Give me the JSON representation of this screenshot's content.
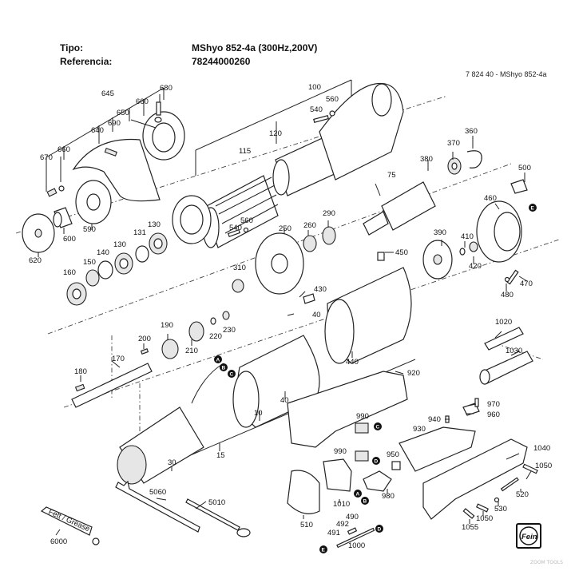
{
  "header": {
    "type_label": "Tipo:",
    "type_value": "MShyo 852-4a (300Hz,200V)",
    "reference_label": "Referencia:",
    "reference_value": "78244000260",
    "drawing_code": "7 824 40 - MShyo 852-4a"
  },
  "parts": {
    "p10": "10",
    "p15": "15",
    "p30": "30",
    "p40a": "40",
    "p40b": "40",
    "p75": "75",
    "p100": "100",
    "p115": "115",
    "p120": "120",
    "p130a": "130",
    "p130b": "130",
    "p131": "131",
    "p140": "140",
    "p150": "150",
    "p160": "160",
    "p170": "170",
    "p180": "180",
    "p190": "190",
    "p200": "200",
    "p210": "210",
    "p220": "220",
    "p230": "230",
    "p250": "250",
    "p260": "260",
    "p290": "290",
    "p310": "310",
    "p360": "360",
    "p370": "370",
    "p380": "380",
    "p390": "390",
    "p410": "410",
    "p420": "420",
    "p430": "430",
    "p440": "440",
    "p450": "450",
    "p460": "460",
    "p470": "470",
    "p480": "480",
    "p490": "490",
    "p491": "491",
    "p492": "492",
    "p500": "500",
    "p510": "510",
    "p520": "520",
    "p530": "530",
    "p540a": "540",
    "p540b": "540",
    "p560a": "560",
    "p560b": "560",
    "p590": "590",
    "p600": "600",
    "p620": "620",
    "p640": "640",
    "p645": "645",
    "p650": "650",
    "p660a": "660",
    "p660b": "660",
    "p670": "670",
    "p680": "680",
    "p690": "690",
    "p920": "920",
    "p930": "930",
    "p940": "940",
    "p950": "950",
    "p960": "960",
    "p970": "970",
    "p980": "980",
    "p990a": "990",
    "p990b": "990",
    "p1000": "1000",
    "p1010": "1010",
    "p1020": "1020",
    "p1030": "1030",
    "p1040": "1040",
    "p1050a": "1050",
    "p1050b": "1050",
    "p1055": "1055",
    "p5010": "5010",
    "p5060": "5060",
    "p6000": "6000"
  },
  "markers": {
    "A1": "A",
    "B1": "B",
    "C1": "C",
    "A2": "A",
    "B2": "B",
    "C2": "C",
    "D1": "D",
    "D2": "D",
    "E1": "E",
    "E2": "E"
  },
  "grease_tube_text": "Fett / Grease",
  "brand_logo": "Fein",
  "watermark": "ZOOM TOOLS"
}
